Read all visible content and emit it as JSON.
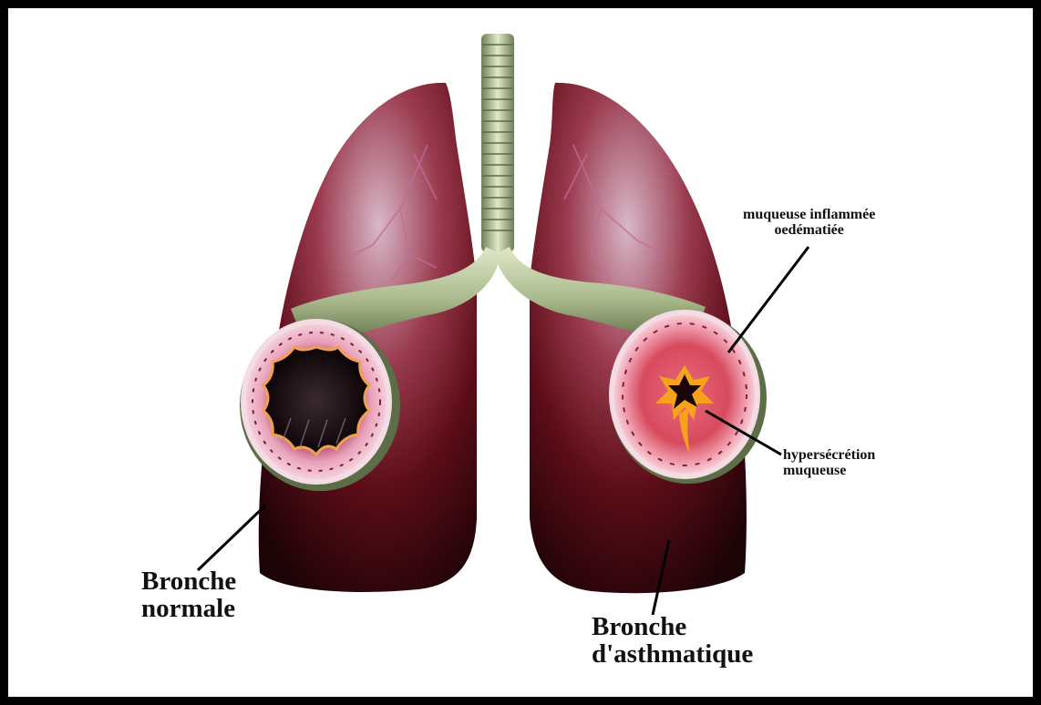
{
  "labels": {
    "normal_line1": "Bronche",
    "normal_line2": "normale",
    "asthma_line1": "Bronche",
    "asthma_line2": "d'asthmatique",
    "mucosa_line1": "muqueuse inflammée",
    "mucosa_line2": "oedématiée",
    "hyper_line1": "hypersécrétion",
    "hyper_line2": "muqueuse"
  },
  "colors": {
    "frame_border": "#000000",
    "background": "#ffffff",
    "lung_dark": "#2a0508",
    "lung_mid": "#7a1420",
    "lung_light": "#c9a0b0",
    "trachea": "#b9c9a2",
    "bronchus_wall": "#e58fa8",
    "mucus": "#f7a21b",
    "lumen": "#120608"
  },
  "icons": {
    "lungs": "lungs-illustration",
    "normal_cross_section": "normal-bronchus-cross-section",
    "asthma_cross_section": "asthmatic-bronchus-cross-section"
  }
}
